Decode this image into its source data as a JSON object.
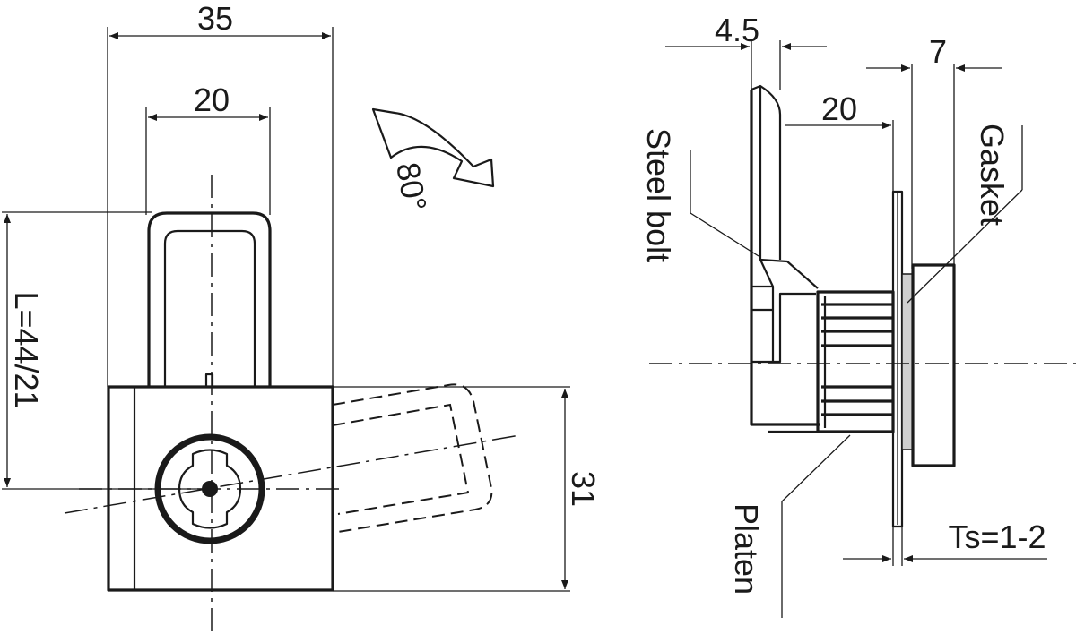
{
  "dimensions": {
    "width_total": "35",
    "width_bolt": "20",
    "length": "L=44/21",
    "height": "31",
    "bolt_thickness": "4.5",
    "offset": "20",
    "gasket_width": "7",
    "panel_thickness": "Ts=1-2"
  },
  "rotation": {
    "angle": "80°"
  },
  "labels": {
    "steel_bolt": "Steel bolt",
    "gasket": "Gasket",
    "platen": "Platen"
  }
}
